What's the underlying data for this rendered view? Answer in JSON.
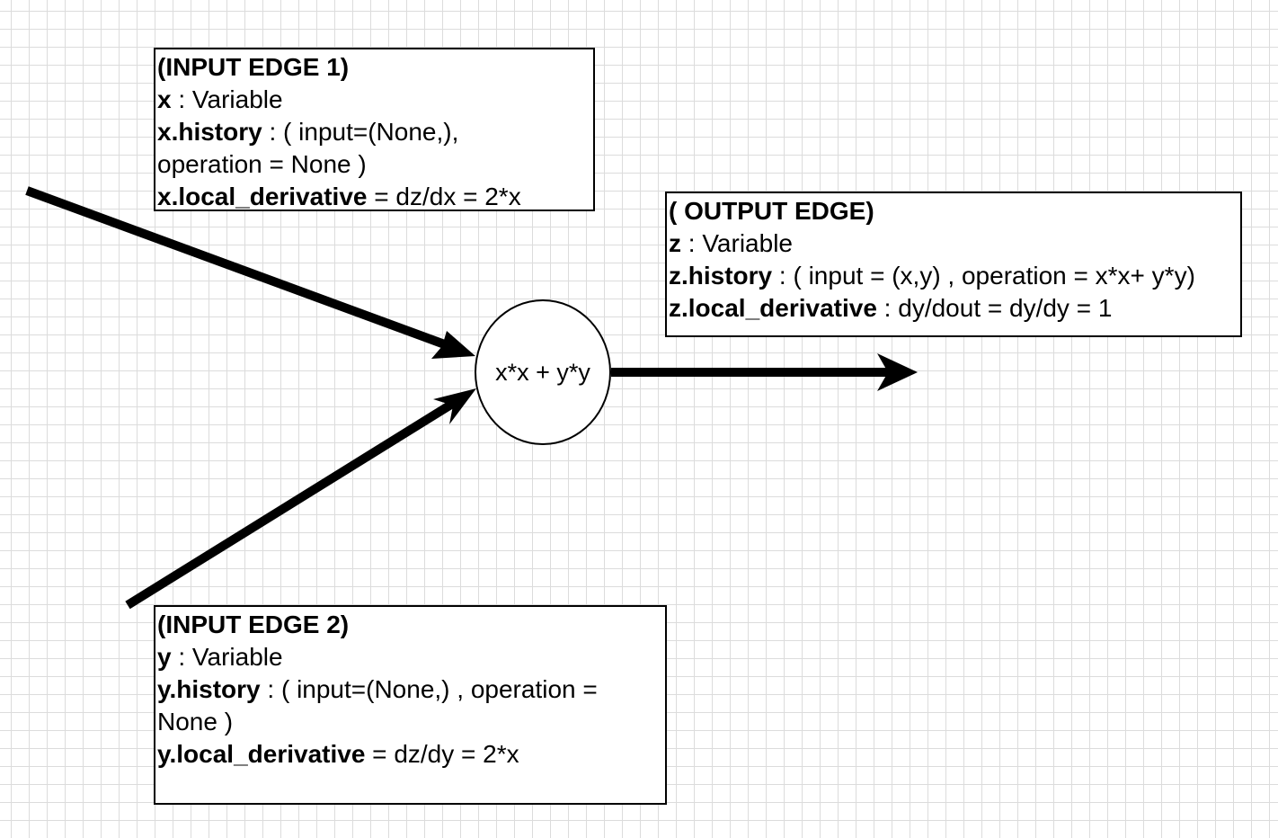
{
  "node": {
    "label": "x*x + y*y"
  },
  "input_edge_1": {
    "title": "(INPUT EDGE 1)",
    "line1_key": "x",
    "line1_val": " : Variable",
    "line2_key": "x.history",
    "line2_val": " : ( input=(None,),",
    "line3_val": "operation = None )",
    "line4_key": "x.local_derivative",
    "line4_val": " = dz/dx = 2*x"
  },
  "output_edge": {
    "title": "( OUTPUT  EDGE)",
    "line1_key": "z",
    "line1_val": " : Variable",
    "line2_key": "z.history",
    "line2_val": " : ( input = (x,y) , operation = x*x+ y*y)",
    "line3_key": "z.local_derivative",
    "line3_val": " : dy/dout = dy/dy = 1"
  },
  "input_edge_2": {
    "title": "(INPUT EDGE 2)",
    "line1_key": "y",
    "line1_val": " : Variable",
    "line2_key": "y.history",
    "line2_val": " : ( input=(None,)  , operation =",
    "line3_val": "None )",
    "line4_key": "y.local_derivative",
    "line4_val": " = dz/dy = 2*x"
  },
  "colors": {
    "stroke": "#000000",
    "grid": "#dcdcdc",
    "background": "#ffffff"
  }
}
